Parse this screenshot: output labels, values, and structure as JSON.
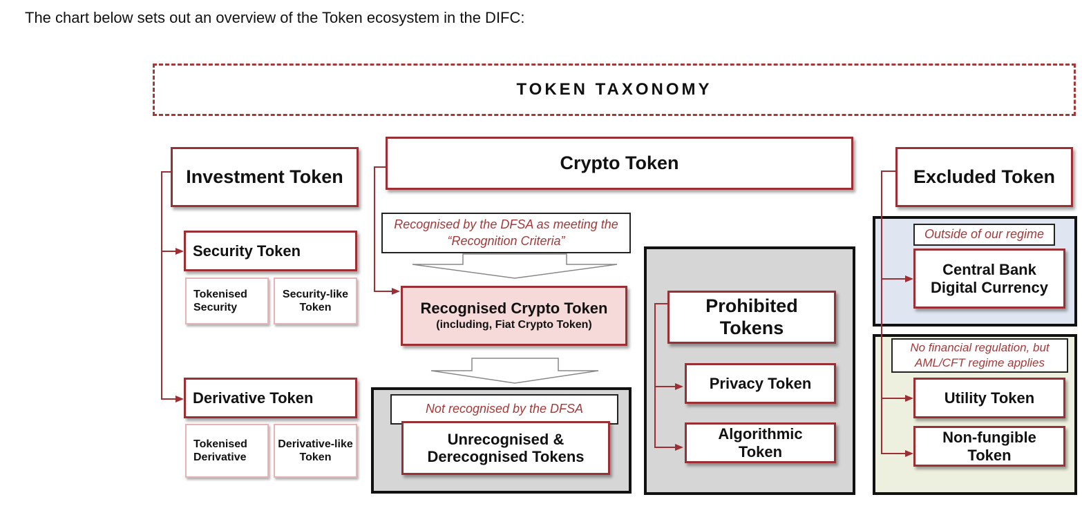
{
  "intro": "The chart below sets out an overview of the Token ecosystem in the DIFC:",
  "diagram": {
    "title": "TOKEN TAXONOMY",
    "investment": {
      "label": "Investment Token",
      "security": {
        "label": "Security Token",
        "children": [
          "Tokenised Security",
          "Security-like Token"
        ]
      },
      "derivative": {
        "label": "Derivative Token",
        "children": [
          "Tokenised Derivative",
          "Derivative-like Token"
        ]
      }
    },
    "crypto": {
      "label": "Crypto Token",
      "recognised_note": "Recognised by the DFSA as meeting the “Recognition Criteria”",
      "recognised": {
        "label": "Recognised Crypto Token",
        "sublabel": "(including, Fiat Crypto Token)"
      },
      "unrecognised_note": "Not recognised by the DFSA",
      "unrecognised": "Unrecognised & Derecognised Tokens",
      "prohibited": {
        "label": "Prohibited Tokens",
        "children": [
          "Privacy Token",
          "Algorithmic Token"
        ]
      }
    },
    "excluded": {
      "label": "Excluded Token",
      "outside_note": "Outside of our regime",
      "cbdc": "Central Bank Digital Currency",
      "aml_note": "No financial regulation, but AML/CFT regime applies",
      "utility": "Utility Token",
      "nft": "Non-fungible Token"
    },
    "colors": {
      "accent": "#9b2f33",
      "note_text": "#a33a3a",
      "recognised_fill": "#f6d9d9",
      "grey_panel": "#d6d6d6",
      "blue_panel": "#dfe6f1",
      "green_panel": "#eef0df"
    }
  }
}
